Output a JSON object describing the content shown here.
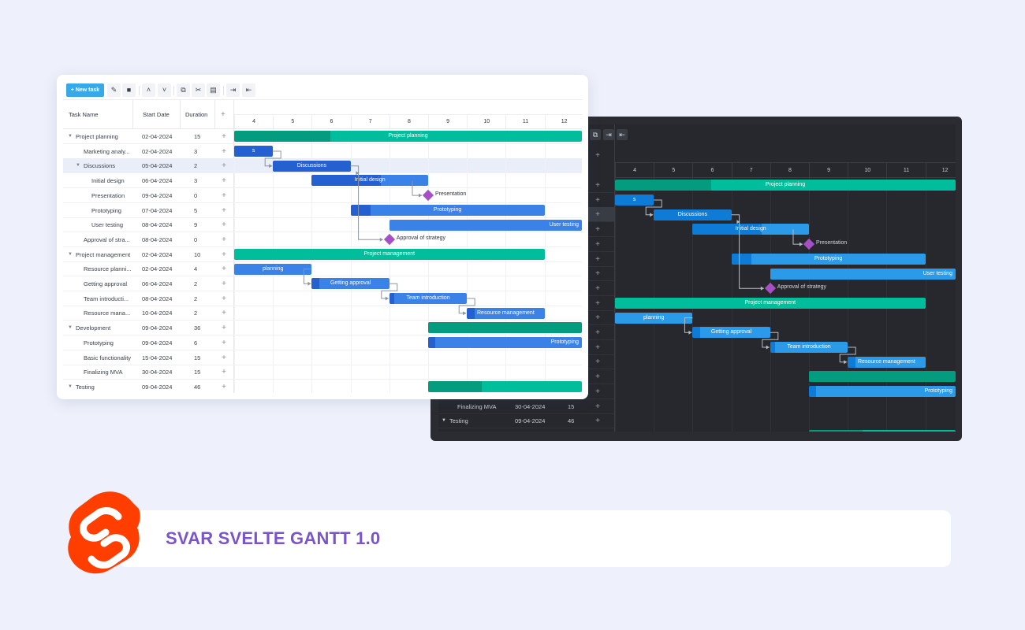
{
  "colors": {
    "summary": "#00bd9c",
    "summary_progress": "#049c7f",
    "task_light": "#3b82e8",
    "task_light_progress": "#2460cf",
    "task_dark": "#2b9ae8",
    "task_dark_progress": "#0e7bd7",
    "milestone": "#a74fc4",
    "brand": "#7a55c9",
    "logo": "#ff3e00"
  },
  "toolbar": {
    "new_task": "New task",
    "icons": [
      "edit-icon",
      "delete-icon",
      "move-up-icon",
      "move-down-icon",
      "copy-icon",
      "cut-icon",
      "paste-icon",
      "indent-icon",
      "outdent-icon"
    ]
  },
  "columns": {
    "task_name": "Task Name",
    "start_date": "Start Date",
    "duration": "Duration",
    "add": "+"
  },
  "scale": [
    "4",
    "5",
    "6",
    "7",
    "8",
    "9",
    "10",
    "11",
    "12"
  ],
  "tasks": [
    {
      "name": "Project planning",
      "start": "02-04-2024",
      "duration": "15",
      "level": 0,
      "caret": true
    },
    {
      "name": "Marketing analy...",
      "start": "02-04-2024",
      "duration": "3",
      "level": 1
    },
    {
      "name": "Discussions",
      "start": "05-04-2024",
      "duration": "2",
      "level": 1,
      "caret": true
    },
    {
      "name": "Initial design",
      "start": "06-04-2024",
      "duration": "3",
      "level": 2
    },
    {
      "name": "Presentation",
      "start": "09-04-2024",
      "duration": "0",
      "level": 2
    },
    {
      "name": "Prototyping",
      "start": "07-04-2024",
      "duration": "5",
      "level": 2
    },
    {
      "name": "User testing",
      "start": "08-04-2024",
      "duration": "9",
      "level": 2
    },
    {
      "name": "Approval of stra...",
      "start": "08-04-2024",
      "duration": "0",
      "level": 1
    },
    {
      "name": "Project management",
      "start": "02-04-2024",
      "duration": "10",
      "level": 0,
      "caret": true
    },
    {
      "name": "Resource planni...",
      "start": "02-04-2024",
      "duration": "4",
      "level": 1
    },
    {
      "name": "Getting approval",
      "start": "06-04-2024",
      "duration": "2",
      "level": 1
    },
    {
      "name": "Team introducti...",
      "start": "08-04-2024",
      "duration": "2",
      "level": 1
    },
    {
      "name": "Resource mana...",
      "start": "10-04-2024",
      "duration": "2",
      "level": 1
    },
    {
      "name": "Development",
      "start": "09-04-2024",
      "duration": "36",
      "level": 0,
      "caret": true
    },
    {
      "name": "Prototyping",
      "start": "09-04-2024",
      "duration": "6",
      "level": 1
    },
    {
      "name": "Basic functionality",
      "start": "15-04-2024",
      "duration": "15",
      "level": 1
    },
    {
      "name": "Finalizing MVA",
      "start": "30-04-2024",
      "duration": "15",
      "level": 1
    },
    {
      "name": "Testing",
      "start": "09-04-2024",
      "duration": "46",
      "level": 0,
      "caret": true
    }
  ],
  "bars": {
    "project_planning": "Project planning",
    "marketing": "s",
    "discussions": "Discussions",
    "initial_design": "Initial design",
    "presentation": "Presentation",
    "prototyping": "Prototyping",
    "user_testing": "User testing",
    "approval": "Approval of strategy",
    "project_management": "Project management",
    "resource_planning": "planning",
    "getting_approval": "Getting approval",
    "team_introduction": "Team introduction",
    "resource_management": "Resource management",
    "dev_prototyping": "Prototyping"
  },
  "dark_tasks": [
    {
      "name": "Finalizing MVA",
      "start": "30-04-2024",
      "duration": "15"
    },
    {
      "name": "Testing",
      "start": "09-04-2024",
      "duration": "46"
    }
  ],
  "banner": {
    "title": "SVAR SVELTE GANTT 1.0"
  }
}
